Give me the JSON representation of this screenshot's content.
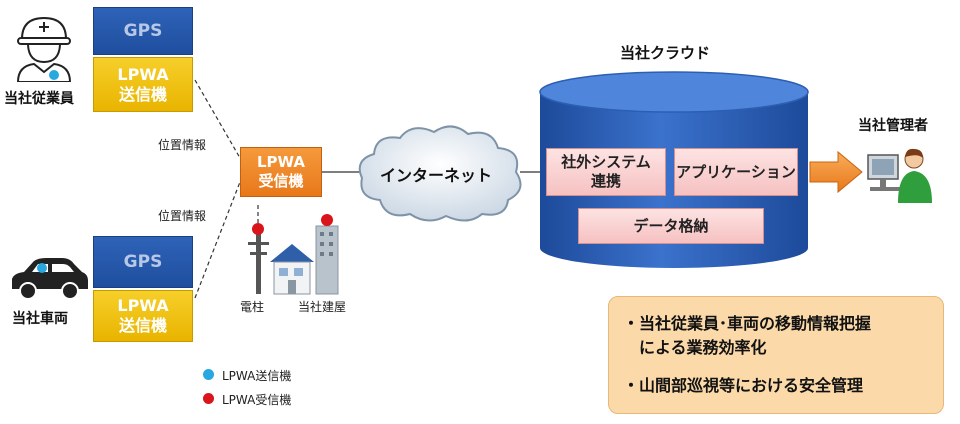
{
  "left": {
    "employee": {
      "label": "当社従業員",
      "gps": "GPS",
      "tx": [
        "LPWA",
        "送信機"
      ]
    },
    "vehicle": {
      "label": "当社車両",
      "gps": "GPS",
      "tx": [
        "LPWA",
        "送信機"
      ]
    },
    "position_info_top": "位置情報",
    "position_info_bottom": "位置情報"
  },
  "receiver": {
    "lines": [
      "LPWA",
      "受信機"
    ]
  },
  "infra": {
    "pole": "電柱",
    "building": "当社建屋"
  },
  "internet": {
    "label": "インターネット"
  },
  "cloud": {
    "title": "当社クラウド",
    "external": [
      "社外システム",
      "連携"
    ],
    "application": "アプリケーション",
    "storage": "データ格納"
  },
  "manager": {
    "label": "当社管理者"
  },
  "legend": [
    {
      "label": "LPWA送信機",
      "color": "#29a8e0"
    },
    {
      "label": "LPWA受信機",
      "color": "#d9141b"
    }
  ],
  "info": {
    "lines": [
      "・当社従業員･車両の移動情報把握",
      "による業務効率化",
      "・山間部巡視等における安全管理"
    ]
  },
  "colors": {
    "gps_blue": "#2e63b8",
    "lpwa_yellow": "#f6cf2a",
    "lpwa_orange": "#f08a2c",
    "cylinder_blue": "#2d5fb6",
    "pink": "#f6c1c1",
    "info_bg": "#fbd9a9"
  }
}
